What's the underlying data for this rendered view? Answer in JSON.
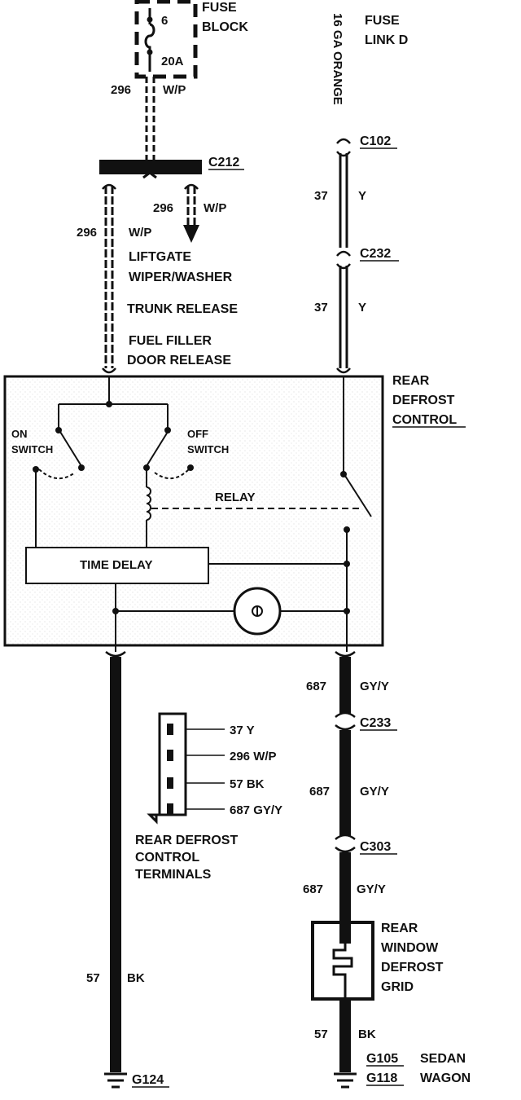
{
  "fuse_block": {
    "label_line1": "FUSE",
    "label_line2": "BLOCK",
    "fuse_number": "6",
    "fuse_rating": "20A"
  },
  "fuse_link": {
    "label_line1": "FUSE",
    "label_line2": "LINK D",
    "wire_spec": "16 GA ORANGE"
  },
  "connectors": {
    "c212": "C212",
    "c102": "C102",
    "c232": "C232",
    "c233": "C233",
    "c303": "C303"
  },
  "grounds": {
    "g124": "G124",
    "g105": "G105",
    "g118": "G118",
    "sedan": "SEDAN",
    "wagon": "WAGON"
  },
  "wires": {
    "w296_top_num": "296",
    "w296_top_color": "W/P",
    "w296_branch_num": "296",
    "w296_branch_color": "W/P",
    "w296_left_num": "296",
    "w296_left_color": "W/P",
    "w37_upper_num": "37",
    "w37_upper_color": "Y",
    "w37_lower_num": "37",
    "w37_lower_color": "Y",
    "w687_a_num": "687",
    "w687_a_color": "GY/Y",
    "w687_b_num": "687",
    "w687_b_color": "GY/Y",
    "w687_c_num": "687",
    "w687_c_color": "GY/Y",
    "w57_left_num": "57",
    "w57_left_color": "BK",
    "w57_right_num": "57",
    "w57_right_color": "BK"
  },
  "branch_loads": {
    "line1": "LIFTGATE",
    "line2": "WIPER/WASHER",
    "line3": "TRUNK RELEASE",
    "line4": "FUEL FILLER",
    "line5": "DOOR RELEASE"
  },
  "control_module": {
    "title_line1": "REAR",
    "title_line2": "DEFROST",
    "title_line3": "CONTROL",
    "on_switch_line1": "ON",
    "on_switch_line2": "SWITCH",
    "off_switch_line1": "OFF",
    "off_switch_line2": "SWITCH",
    "relay": "RELAY",
    "time_delay": "TIME DELAY"
  },
  "terminals": {
    "pins": [
      "37 Y",
      "296 W/P",
      "57 BK",
      "687 GY/Y"
    ],
    "caption_line1": "REAR DEFROST",
    "caption_line2": "CONTROL",
    "caption_line3": "TERMINALS"
  },
  "grid": {
    "line1": "REAR",
    "line2": "WINDOW",
    "line3": "DEFROST",
    "line4": "GRID"
  }
}
